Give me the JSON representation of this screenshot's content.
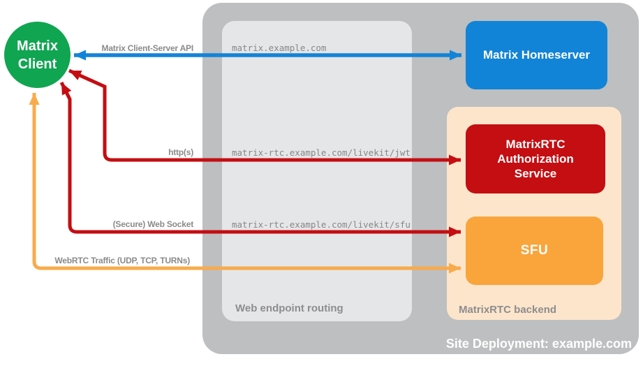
{
  "containers": {
    "site": {
      "label": "Site Deployment: example.com",
      "color": "#bdbfc1"
    },
    "routing": {
      "label": "Web endpoint routing",
      "color": "#e5e6e8"
    },
    "backend": {
      "label": "MatrixRTC backend",
      "color": "#fce5cb"
    }
  },
  "nodes": {
    "client": {
      "label": "Matrix Client",
      "color": "#10a551"
    },
    "homeserver": {
      "label": "Matrix Homeserver",
      "color": "#1284d7"
    },
    "auth": {
      "label": "MatrixRTC Authorization Service",
      "color": "#c40e12"
    },
    "sfu": {
      "label": "SFU",
      "color": "#f9a53c"
    }
  },
  "routes": [
    {
      "path": "matrix.example.com"
    },
    {
      "path": "matrix-rtc.example.com/livekit/jwt"
    },
    {
      "path": "matrix-rtc.example.com/livekit/sfu"
    }
  ],
  "arrows": [
    {
      "label": "Matrix Client-Server API",
      "color": "#1284d7",
      "from": "Matrix Client",
      "to": "Matrix Homeserver",
      "bidirectional": true
    },
    {
      "label": "http(s)",
      "color": "#c40e12",
      "from": "Matrix Client",
      "to": "MatrixRTC Authorization Service",
      "bidirectional": true
    },
    {
      "label": "(Secure) Web Socket",
      "color": "#c40e12",
      "from": "Matrix Client",
      "to": "SFU",
      "bidirectional": true
    },
    {
      "label": "WebRTC Traffic (UDP, TCP, TURNs)",
      "color": "#f8ab4c",
      "from": "Matrix Client",
      "to": "SFU",
      "bidirectional": true
    }
  ]
}
